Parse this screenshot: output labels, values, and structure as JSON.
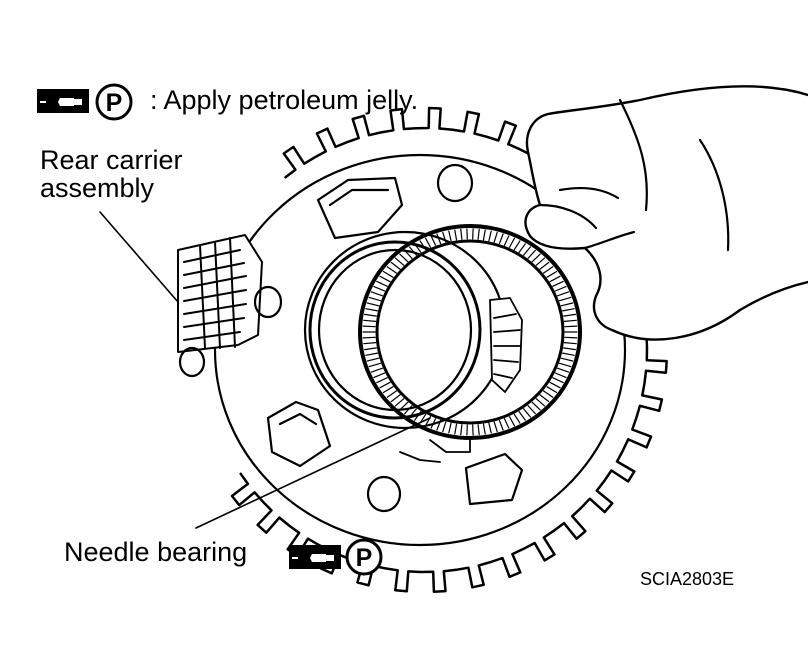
{
  "legend": {
    "text": ": Apply petroleum jelly.",
    "grease_icon": "grease-gun-icon",
    "symbol_icon": "letter-p-circle-icon",
    "symbol_letter": "P"
  },
  "callouts": {
    "rear_carrier": "Rear carrier\nassembly",
    "needle_bearing": "Needle bearing"
  },
  "figure_code": "SCIA2803E",
  "colors": {
    "ink": "#000000",
    "paper": "#ffffff"
  }
}
